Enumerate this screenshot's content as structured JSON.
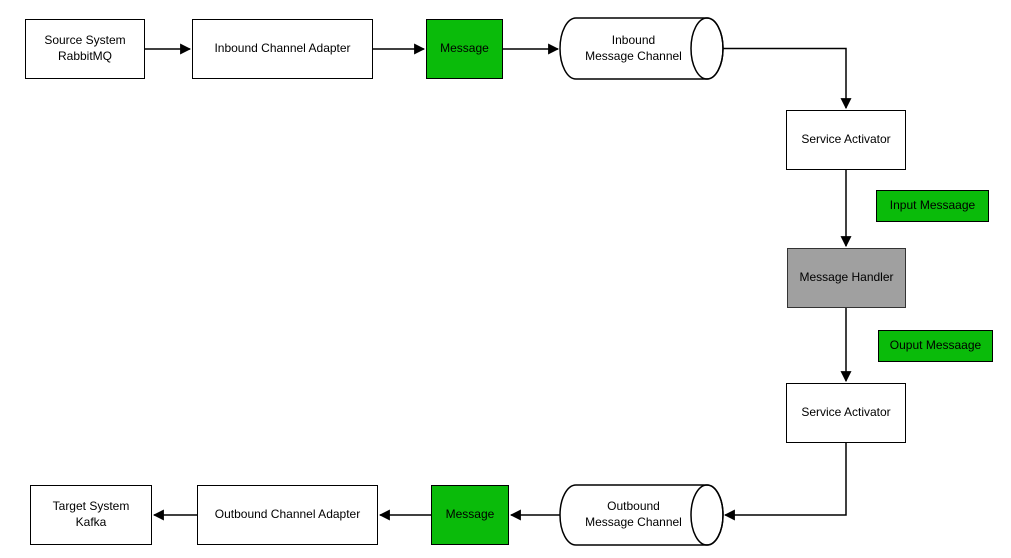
{
  "diagram": {
    "type": "message-flow-diagram",
    "colors": {
      "green_fill": "#0abb0a",
      "gray_fill": "#a0a0a0",
      "box_fill": "#ffffff",
      "line": "#000000"
    },
    "nodes": {
      "source_system": {
        "label": "Source System\nRabbitMQ",
        "shape": "rectangle"
      },
      "inbound_adapter": {
        "label": "Inbound Channel Adapter",
        "shape": "rectangle"
      },
      "message_in": {
        "label": "Message",
        "shape": "rectangle",
        "fill": "green"
      },
      "inbound_channel": {
        "label": "Inbound\nMessage Channel",
        "shape": "cylinder"
      },
      "service_activator_in": {
        "label": "Service Activator",
        "shape": "rectangle"
      },
      "input_message": {
        "label": "Input Messaage",
        "shape": "rectangle",
        "fill": "green"
      },
      "message_handler": {
        "label": "Message Handler",
        "shape": "rectangle",
        "fill": "gray"
      },
      "output_message": {
        "label": "Ouput Messaage",
        "shape": "rectangle",
        "fill": "green"
      },
      "service_activator_out": {
        "label": "Service Activator",
        "shape": "rectangle"
      },
      "outbound_channel": {
        "label": "Outbound\nMessage Channel",
        "shape": "cylinder"
      },
      "message_out": {
        "label": "Message",
        "shape": "rectangle",
        "fill": "green"
      },
      "outbound_adapter": {
        "label": "Outbound Channel Adapter",
        "shape": "rectangle"
      },
      "target_system": {
        "label": "Target System\nKafka",
        "shape": "rectangle"
      }
    },
    "edges": [
      {
        "from": "source_system",
        "to": "inbound_adapter"
      },
      {
        "from": "inbound_adapter",
        "to": "message_in"
      },
      {
        "from": "message_in",
        "to": "inbound_channel"
      },
      {
        "from": "inbound_channel",
        "to": "service_activator_in"
      },
      {
        "from": "service_activator_in",
        "to": "message_handler"
      },
      {
        "from": "message_handler",
        "to": "service_activator_out"
      },
      {
        "from": "service_activator_out",
        "to": "outbound_channel"
      },
      {
        "from": "outbound_channel",
        "to": "message_out"
      },
      {
        "from": "message_out",
        "to": "outbound_adapter"
      },
      {
        "from": "outbound_adapter",
        "to": "target_system"
      }
    ]
  }
}
